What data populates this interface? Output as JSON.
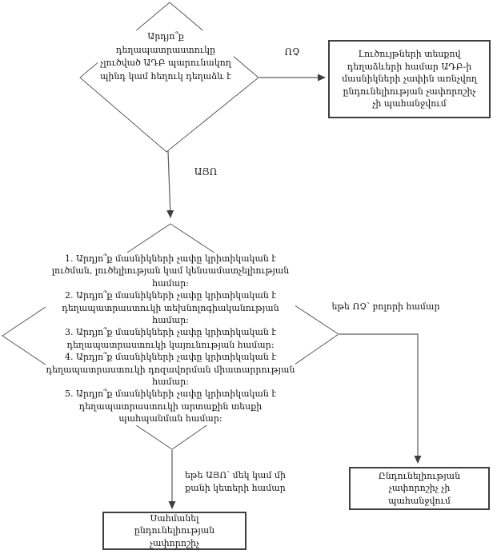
{
  "diagram": {
    "decision1": "Արդյո՞ք դեղապատրաստուկը չլուծված ԱԴԲ պարունակող պինդ կամ հեղուկ դեղաձև է",
    "no_label": "ՈՉ",
    "yes_label": "ԱՅՈ",
    "solution_box": "Լուծույթների տեսքով դեղաձևերի համար ԱԴԲ-ի մասնիկների չափին առնչվող ընդունելիության չափորոշիչ չի պահանջվում",
    "decision2_items": [
      "1. Արդյո՞ք մասնիկների չափը կրիտիկական է լուծման, լուծելիության կամ կենսամատչելիության համար:",
      "2. Արդյո՞ք մասնիկների չափը կրիտիկական է դեղապատրաստուկի տեխնոլոգիականության համար:",
      "3. Արդյո՞ք մասնիկների չափը կրիտիկական է դեղապատրաստուկի կայունության համար:",
      "4. Արդյո՞ք մասնիկների չափը կրիտիկական է դեղապատրաստուկի դոզավորման միատարրության համար:",
      "5. Արդյո՞ք մասնիկների չափը կրիտիկական է դեղապատրաստուկի արտաքին տեսքի պահպանման համար:"
    ],
    "if_no_label": "եթե ՈՉ՝ բոլորի համար",
    "if_yes_label": "եթե ԱՅՈ՝ մեկ կամ մի քանի կետերի համար",
    "no_criterion_box": "Ընդունելիության չափորոշիչ չի պահանջվում",
    "define_box": "Սահմանել ընդունելիության չափորոշիչ"
  },
  "colors": {
    "line": "#5a5a5a",
    "border": "#3f3f3f",
    "text": "#141414"
  }
}
